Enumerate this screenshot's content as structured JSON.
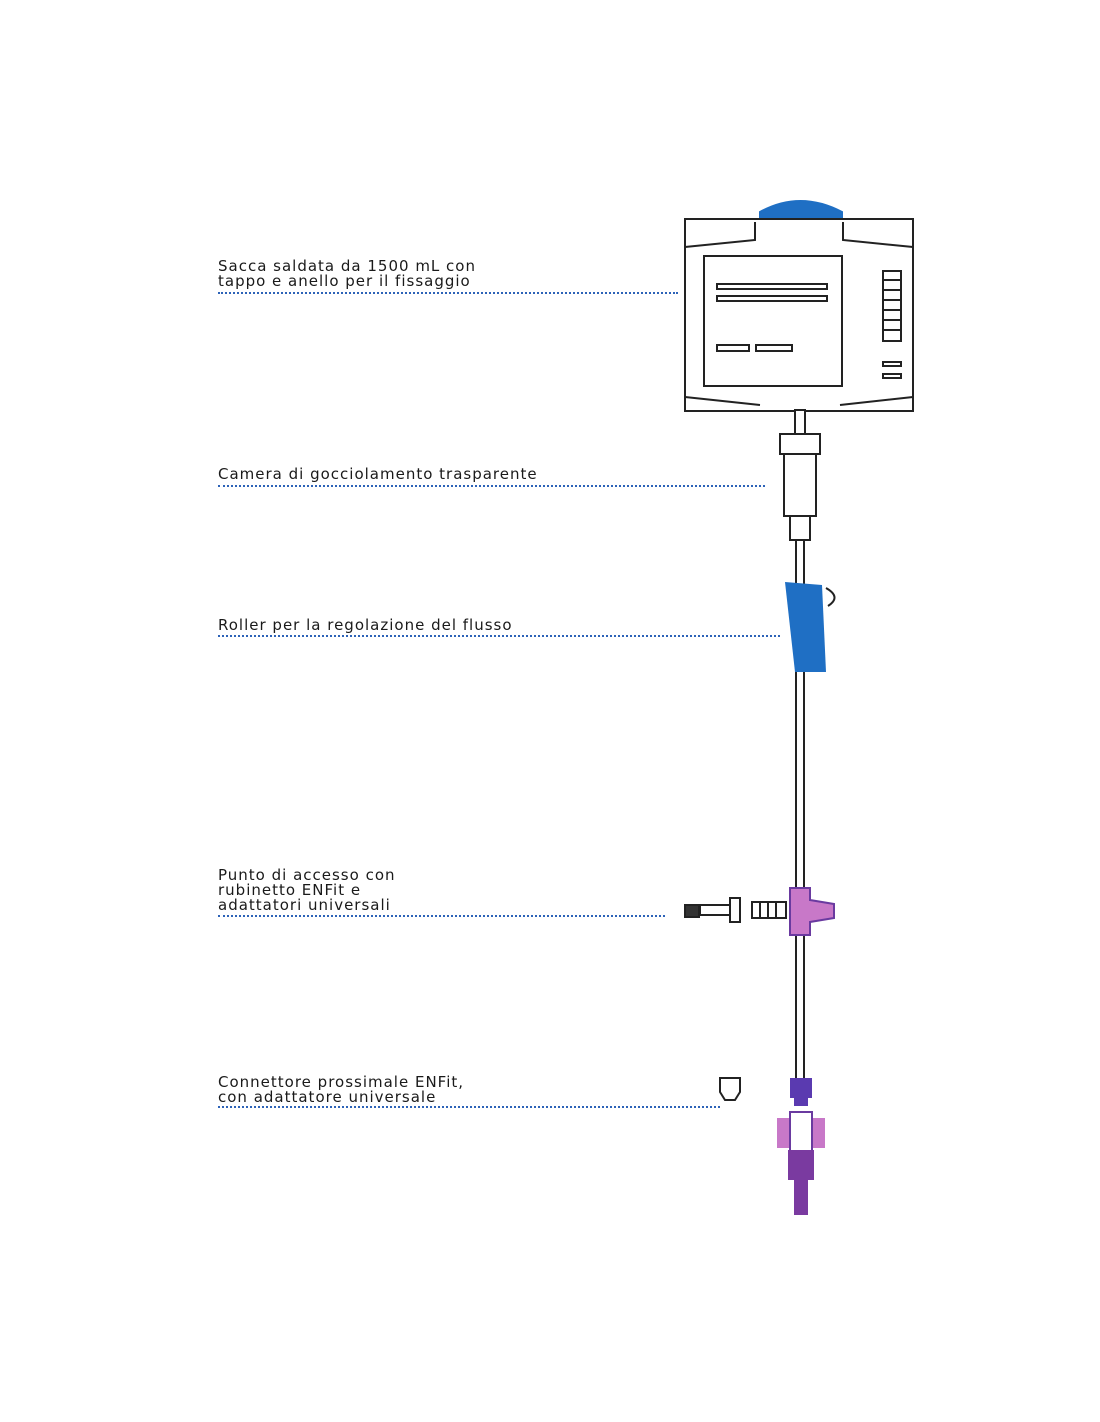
{
  "labels": [
    {
      "lines": [
        "Sacca saldata da 1500 mL con",
        "tappo e anello per il fissaggio"
      ]
    },
    {
      "lines": [
        "Camera di gocciolamento trasparente"
      ]
    },
    {
      "lines": [
        "Roller per la regolazione del flusso"
      ]
    },
    {
      "lines": [
        "Punto di accesso con",
        "rubinetto ENFit e",
        "adattatori universali"
      ]
    },
    {
      "lines": [
        "Connettore prossimale ENFit,",
        "con adattatore universale"
      ]
    }
  ],
  "colors": {
    "blue": "#1f6fc4",
    "purple": "#6a3aa0",
    "pink": "#c878c8",
    "dots": "#2d63b8"
  }
}
